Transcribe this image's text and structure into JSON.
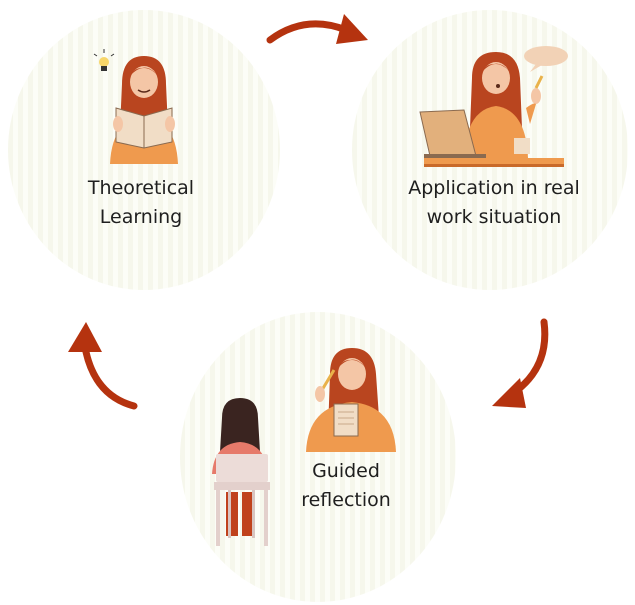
{
  "stages": [
    {
      "label_lines": [
        "Theoretical",
        "Learning"
      ]
    },
    {
      "label_lines": [
        "Application in real",
        "work situation"
      ]
    },
    {
      "label_lines": [
        "Guided",
        "reflection"
      ]
    }
  ],
  "colors": {
    "arrow": "#b5330f",
    "hair": "#b9451f",
    "sweater": "#ef9a4e",
    "circle_fill": "#f6f7ec"
  },
  "icons": [
    "lightbulb-icon",
    "speech-bubble-icon",
    "laptop-icon",
    "pencil-icon",
    "chair-icon"
  ]
}
